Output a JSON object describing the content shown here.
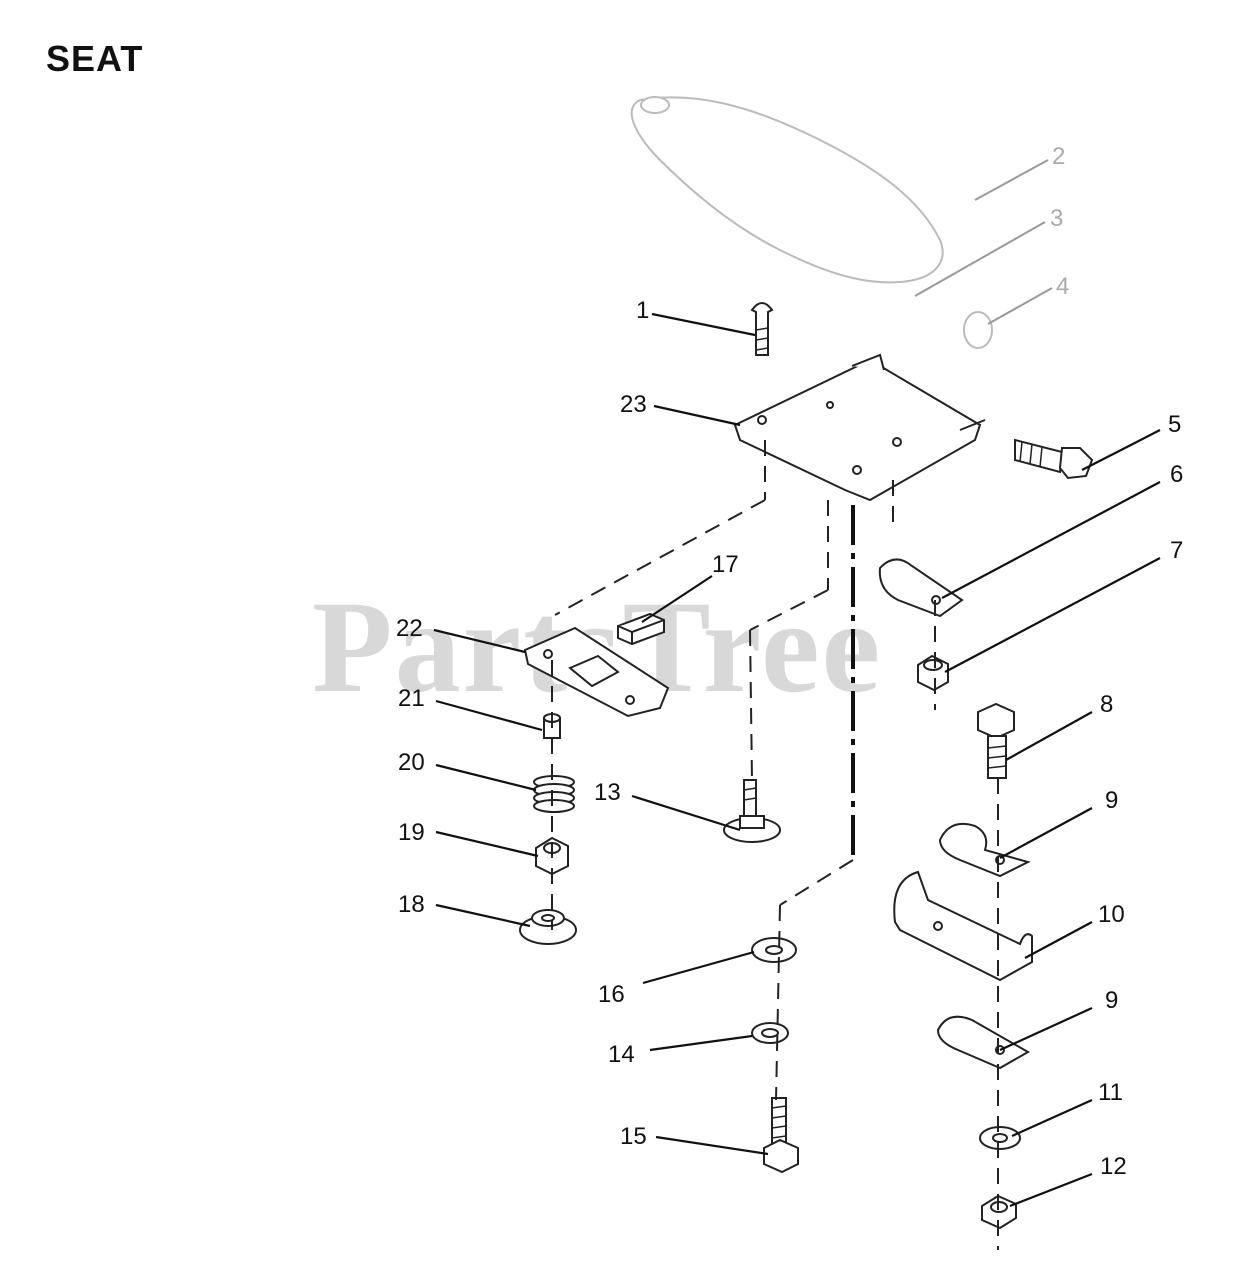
{
  "header": {
    "title": "SEAT"
  },
  "watermark": {
    "text": "PartsTree"
  },
  "parts": {
    "p1": "1",
    "p2": "2",
    "p3": "3",
    "p4": "4",
    "p5": "5",
    "p6": "6",
    "p7": "7",
    "p8": "8",
    "p9a": "9",
    "p9b": "9",
    "p10": "10",
    "p11": "11",
    "p12": "12",
    "p13": "13",
    "p14": "14",
    "p15": "15",
    "p16": "16",
    "p17": "17",
    "p18": "18",
    "p19": "19",
    "p20": "20",
    "p21": "21",
    "p22": "22",
    "p23": "23"
  }
}
